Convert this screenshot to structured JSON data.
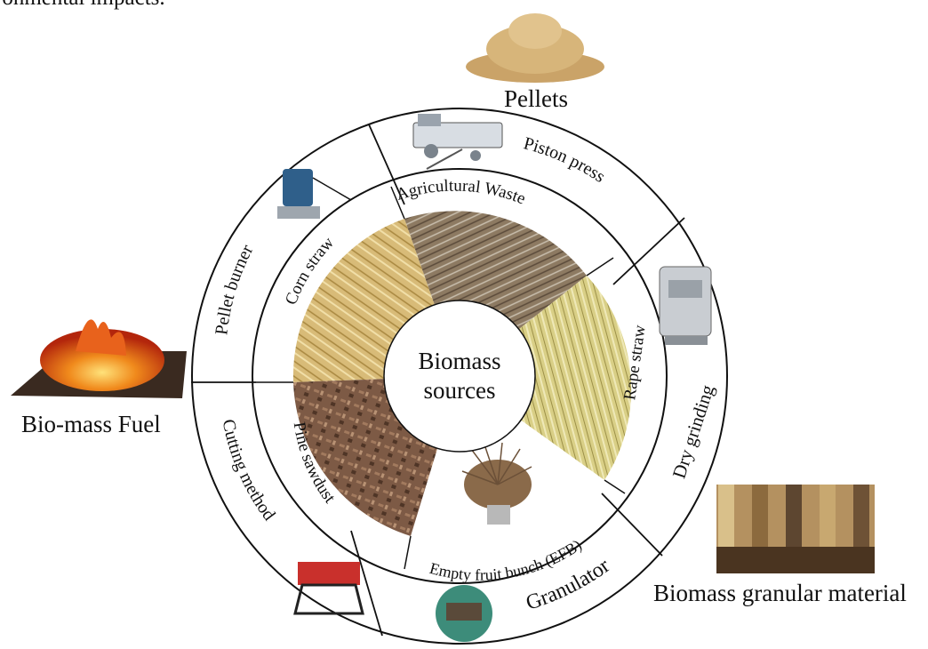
{
  "header_fragment": "ronmental impacts.",
  "center_label": [
    "Biomass",
    "sources"
  ],
  "inner_ring": {
    "agricultural_waste": "Agricultural Waste",
    "rape_straw": "Rape straw",
    "efb": "Empty fruit bunch (EFB)",
    "pine_sawdust": "Pine sawdust",
    "corn_straw": "Corn straw"
  },
  "outer_ring": {
    "piston_press": "Piston press",
    "dry_grinding": "Dry grinding",
    "granulator": "Granulator",
    "cutting_method": "Cutting method",
    "pellet_burner": "Pellet burner"
  },
  "outputs": {
    "pellets": "Pellets",
    "biomass_granular": "Biomass granular material",
    "biomass_fuel": "Bio-mass Fuel"
  },
  "colors": {
    "ring_line": "#111111",
    "corn_straw": "#d8bb78",
    "agri_waste": "#8d7a62",
    "rape_straw": "#d9cf86",
    "pine_sawdust": "#7d5a45"
  }
}
